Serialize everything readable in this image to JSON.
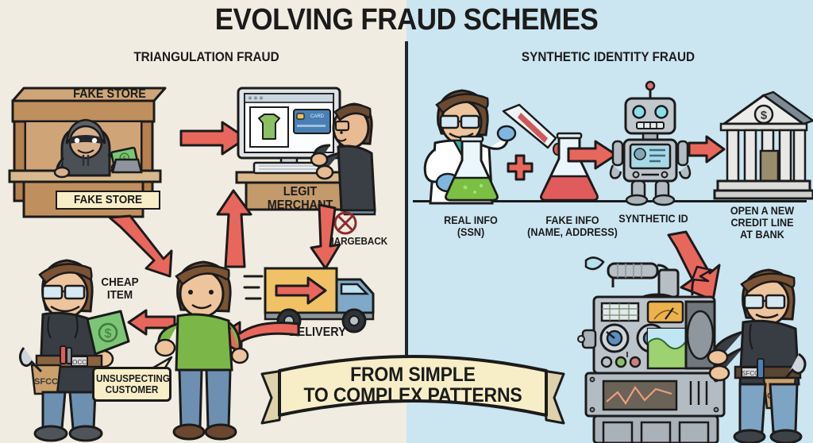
{
  "header": {
    "title": "EVOLVING FRAUD SCHEMES"
  },
  "panels": {
    "left": {
      "title": "TRIANGULATION FRAUD",
      "background_color": "#f1ece1",
      "nodes": {
        "fake_store_sign_top": "FAKE STORE",
        "fake_store_sign_bottom": "FAKE STORE",
        "legit_merchant": "LEGIT MERCHANT",
        "chargeback": "CHARGEBACK",
        "delivery": "DELIVERY",
        "cheap_item": "CHEAP ITEM",
        "unsuspecting_customer": "UNSUSPECTING\nCUSTOMER"
      },
      "details": {
        "browser_card_label": "CARD",
        "toolbelt_pouch": "SFCC",
        "toolbelt_buckle": "OCC"
      }
    },
    "right": {
      "title": "SYNTHETIC IDENTITY FRAUD",
      "background_color": "#cbe5f1",
      "nodes": {
        "real_info": "REAL INFO\n(SSN)",
        "fake_info": "FAKE INFO\n(NAME, ADDRESS)",
        "synthetic_id": "SYNTHETIC ID",
        "bank": "OPEN A NEW\nCREDIT LINE\nAT BANK"
      },
      "details": {
        "plus_sign": "+",
        "bank_emblem": "$",
        "toolbelt_pouch": "CODE",
        "toolbelt_buckle": "SFCC"
      }
    }
  },
  "banner": {
    "text": "FROM SIMPLE\nTO COMPLEX PATTERNS",
    "fill_color": "#f7eec8"
  },
  "colors": {
    "arrow_red": "#e8675c",
    "outline": "#1b1b1b",
    "banner_cream": "#f7eec8",
    "money_green": "#7cc576",
    "flask_green": "#7bc043",
    "flask_red": "#e05c5c",
    "truck_body": "#f0c265",
    "truck_cab": "#7fa8c9",
    "wood": "#c08f5e",
    "hoodie_dark": "#3a3f46",
    "shirt_green": "#7ab648",
    "jeans_blue": "#6d8fb0",
    "robot_grey": "#b8c0c6",
    "bank_stone": "#e8e8e6"
  },
  "icons": {
    "chargeback": "circle-x-icon",
    "plus": "plus-icon",
    "dollar": "dollar-sign-icon"
  }
}
